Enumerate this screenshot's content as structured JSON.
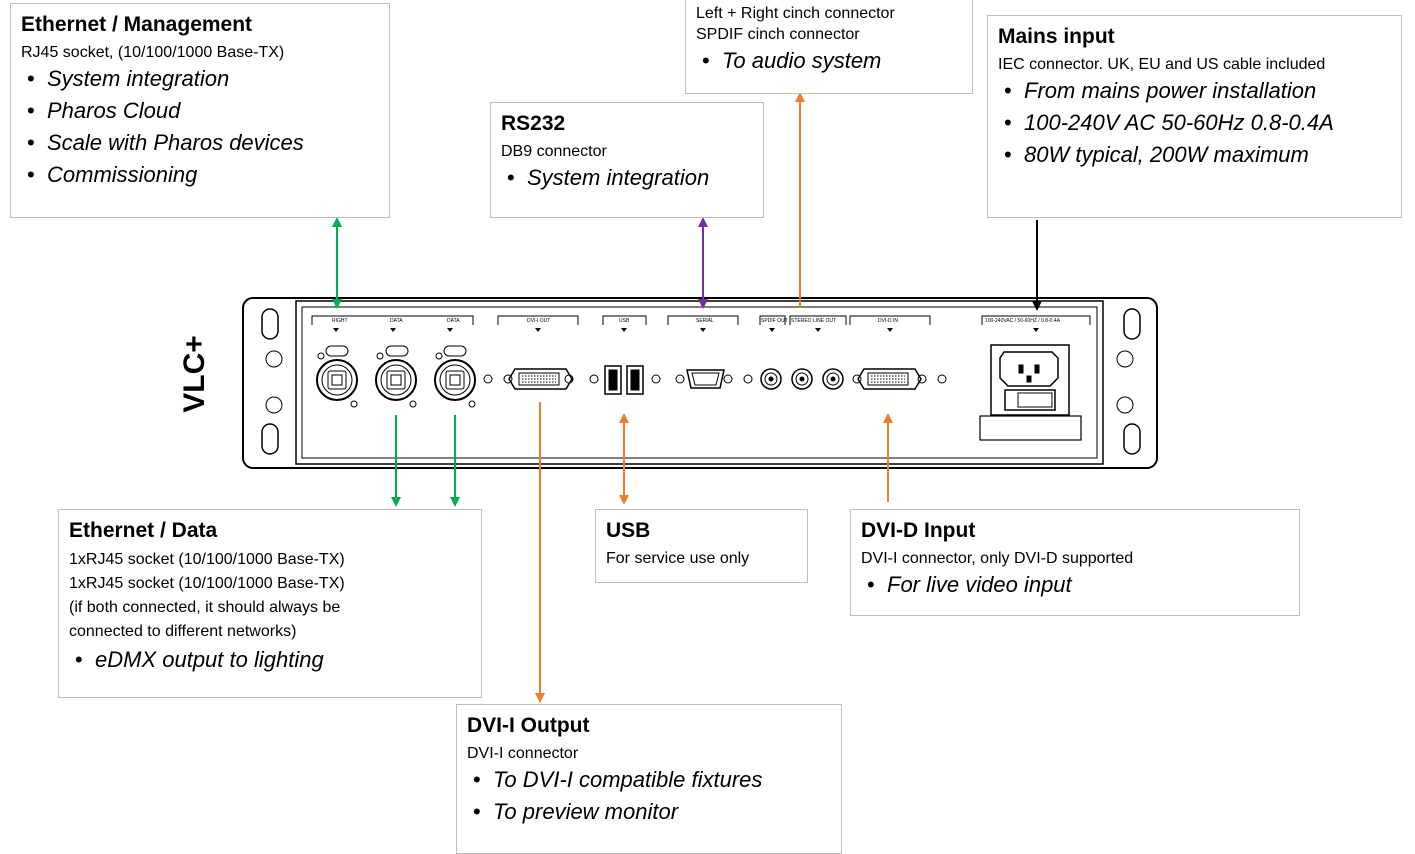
{
  "device": {
    "name": "VLC+",
    "port_labels": [
      "RIGHT",
      "DATA",
      "DATA",
      "DVI-I OUT",
      "USB",
      "SERIAL",
      "SPDIF OUT",
      "STEREO LINE OUT",
      "DVI-D IN",
      "100-240VAC / 50-60HZ / 0.8-0.4A"
    ]
  },
  "callouts": {
    "eth_mgmt": {
      "title": "Ethernet / Management",
      "desc": "RJ45 socket, (10/100/1000 Base-TX)",
      "bullets": [
        "System integration",
        "Pharos Cloud",
        "Scale with Pharos devices",
        "Commissioning"
      ]
    },
    "audio": {
      "lines": [
        "Left + Right cinch connector",
        "SPDIF cinch connector"
      ],
      "bullets": [
        "To audio system"
      ]
    },
    "rs232": {
      "title": "RS232",
      "desc": "DB9 connector",
      "bullets": [
        "System integration"
      ]
    },
    "mains": {
      "title": "Mains input",
      "desc": "IEC connector. UK, EU and US cable included",
      "bullets": [
        "From mains power installation",
        "100-240V AC 50-60Hz 0.8-0.4A",
        "80W typical, 200W maximum"
      ]
    },
    "eth_data": {
      "title": "Ethernet / Data",
      "lines": [
        "1xRJ45 socket (10/100/1000 Base-TX)",
        "1xRJ45 socket (10/100/1000 Base-TX)",
        "(if both connected, it should always be",
        "connected to different networks)"
      ],
      "bullets": [
        "eDMX output to lighting"
      ]
    },
    "usb": {
      "title": "USB",
      "desc": "For service use only"
    },
    "dvi_d": {
      "title": "DVI-D Input",
      "desc": "DVI-I connector, only DVI-D supported",
      "bullets": [
        "For live video input"
      ]
    },
    "dvi_out": {
      "title": "DVI-I Output",
      "desc": "DVI-I connector",
      "bullets": [
        "To DVI-I compatible fixtures",
        "To preview monitor"
      ]
    }
  },
  "colors": {
    "green": "#00b050",
    "orange": "#ed7d31",
    "purple": "#7030a0",
    "black": "#000000",
    "border": "#bdbdbd"
  }
}
